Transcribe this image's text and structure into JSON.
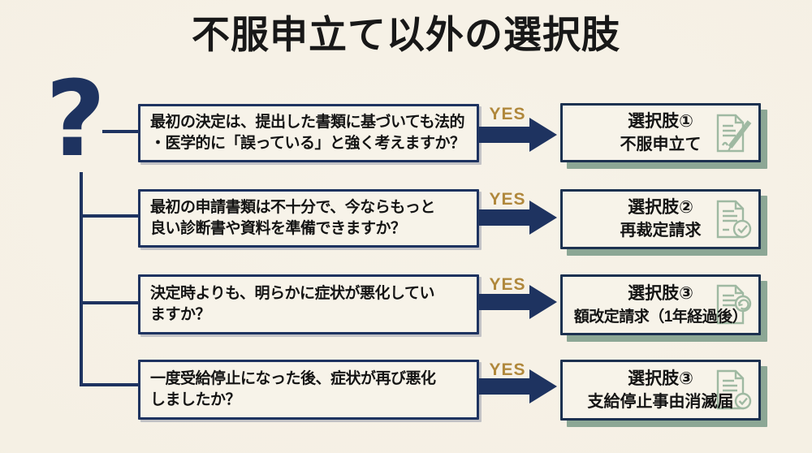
{
  "title": "不服申立て以外の選択肢",
  "question_mark": "?",
  "yes_label": "YES",
  "colors": {
    "background": "#f5f0e4",
    "navy": "#1e3360",
    "gold": "#b0883c",
    "sage_shadow": "#8ca795",
    "icon_green": "#9fb9a2",
    "box_fill": "#f7f3e9",
    "text": "#141414"
  },
  "rows": [
    {
      "question_line1": "最初の決定は、提出した書類に基づいても法的",
      "question_line2": "・医学的に「誤っている」と強く考えますか？",
      "answer_line1": "選択肢①",
      "answer_line2": "不服申立て",
      "icon": "document-pencil-icon"
    },
    {
      "question_line1": "最初の申請書類は不十分で、今ならもっと",
      "question_line2": "良い診断書や資料を準備できますか？",
      "answer_line1": "選択肢②",
      "answer_line2": "再裁定請求",
      "icon": "document-check-icon"
    },
    {
      "question_line1": "決定時よりも、明らかに症状が悪化してい",
      "question_line2": "ますか？",
      "answer_line1": "選択肢③",
      "answer_line2": "額改定請求（1年経過後）",
      "icon": "document-refresh-icon"
    },
    {
      "question_line1": "一度受給停止になった後、症状が再び悪化",
      "question_line2": "しましたか？",
      "answer_line1": "選択肢③",
      "answer_line2": "支給停止事由消滅届",
      "icon": "document-check-icon"
    }
  ]
}
